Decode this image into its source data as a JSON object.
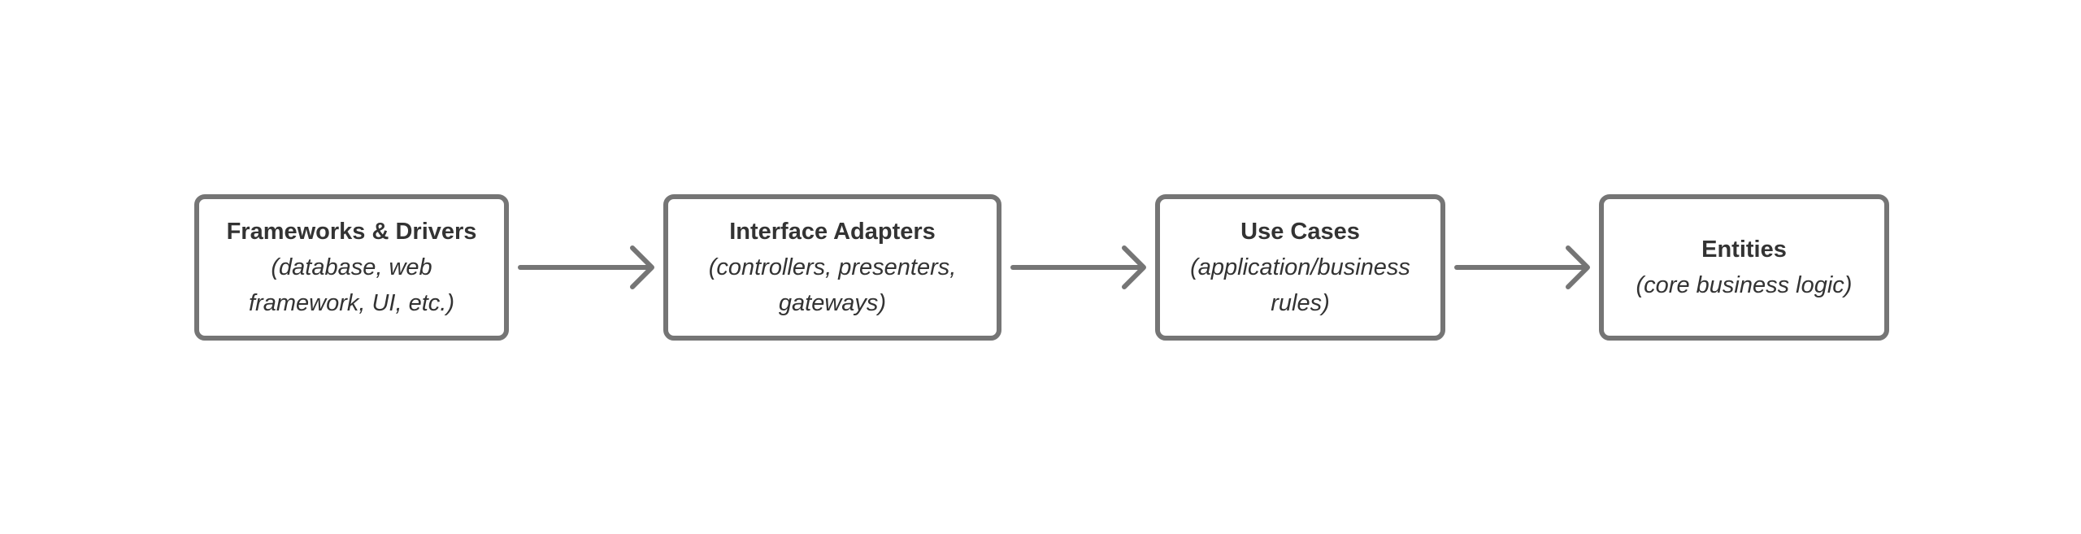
{
  "nodes": [
    {
      "title": "Frameworks & Drivers",
      "subtitle_lines": [
        "(database, web",
        "framework, UI, etc.)"
      ]
    },
    {
      "title": "Interface Adapters",
      "subtitle_lines": [
        "(controllers, presenters,",
        "gateways)"
      ]
    },
    {
      "title": "Use Cases",
      "subtitle_lines": [
        "(application/business",
        "rules)"
      ]
    },
    {
      "title": "Entities",
      "subtitle_lines": [
        "(core business logic)"
      ]
    }
  ],
  "edges": [
    {
      "from": "Frameworks & Drivers",
      "to": "Interface Adapters"
    },
    {
      "from": "Interface Adapters",
      "to": "Use Cases"
    },
    {
      "from": "Use Cases",
      "to": "Entities"
    }
  ],
  "colors": {
    "stroke": "#757575",
    "text": "#333333",
    "background": "#ffffff"
  }
}
